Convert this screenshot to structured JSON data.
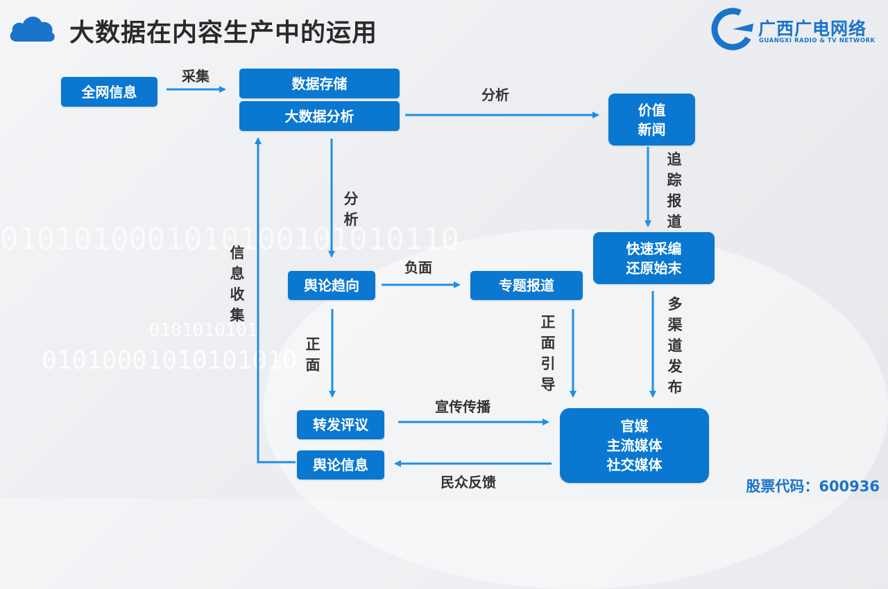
{
  "header": {
    "title": "大数据在内容生产中的运用",
    "icon": "cloud-icon"
  },
  "logo": {
    "cn": "广西广电网络",
    "en": "GUANGXI RADIO & TV NETWORK",
    "brand_color": "#1a74c9"
  },
  "nodes": {
    "quanwang": "全网信息",
    "storage": "数据存储",
    "analysis": "大数据分析",
    "value_news": "价值\n新闻",
    "fast_edit": "快速采编\n还原始末",
    "opinion_trend": "舆论趋向",
    "special_report": "专题报道",
    "repost": "转发评议",
    "opinion_info": "舆论信息",
    "media": "官媒\n主流媒体\n社交媒体"
  },
  "edges": {
    "collect": "采集",
    "analyze_right": "分析",
    "analyze_down": "分析",
    "track": "追踪报道",
    "negative": "负面",
    "positive": "正面",
    "positive_guide": "正面引导",
    "multi_channel": "多渠道发布",
    "propagate": "宣传传播",
    "feedback": "民众反馈",
    "info_collect": "信息收集"
  },
  "footer": {
    "stock": "股票代码：600936"
  },
  "colors": {
    "box": "#0a78d0",
    "arrow": "#1e8fe3"
  }
}
